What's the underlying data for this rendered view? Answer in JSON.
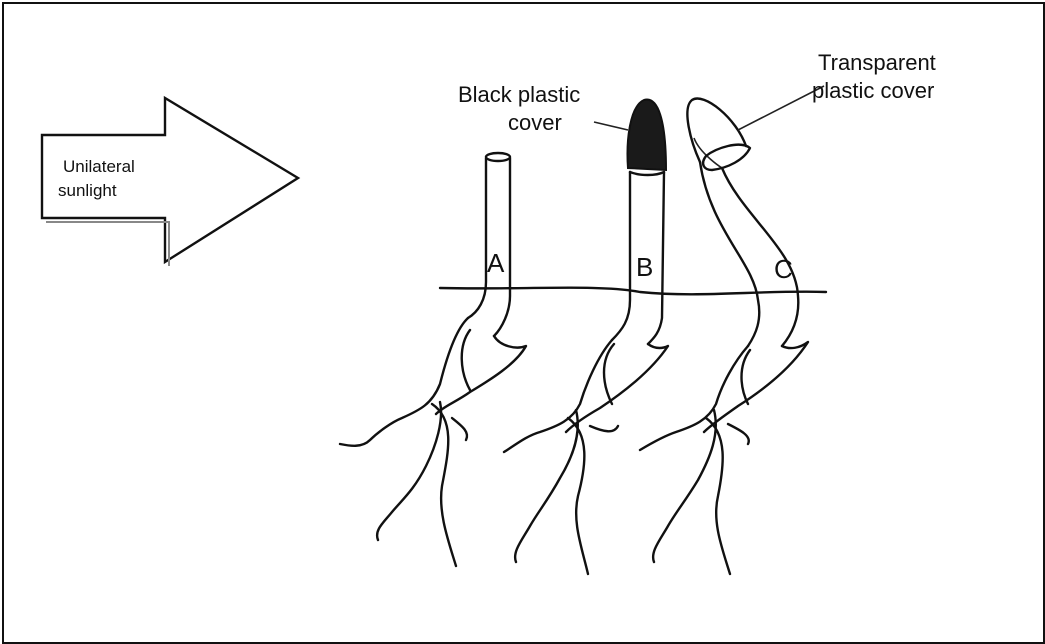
{
  "arrow": {
    "text_line1": "Unilateral",
    "text_line2": "sunlight"
  },
  "labels": {
    "black_cover_line1": "Black plastic",
    "black_cover_line2": "cover",
    "transparent_cover_line1": "Transparent",
    "transparent_cover_line2": "plastic cover"
  },
  "seedlings": [
    {
      "letter": "A"
    },
    {
      "letter": "B"
    },
    {
      "letter": "C"
    }
  ],
  "colors": {
    "ink": "#111111",
    "black_cover": "#1a1a1a",
    "background": "#ffffff"
  }
}
